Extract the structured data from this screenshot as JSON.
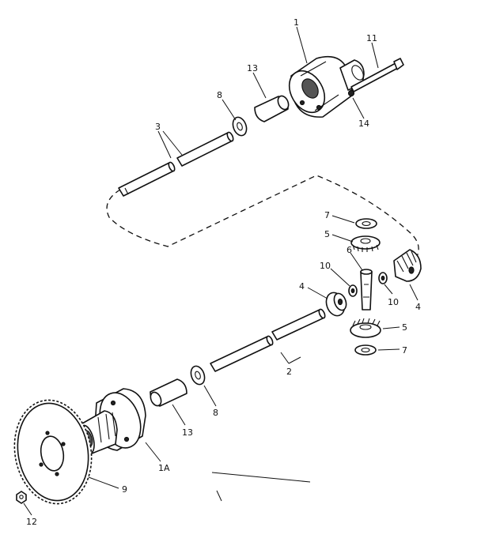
{
  "callouts": {
    "c1": "1",
    "c11": "11",
    "c13_top": "13",
    "c8_top": "8",
    "c3": "3",
    "c14": "14",
    "c7_top": "7",
    "c5_top": "5",
    "c6": "6",
    "c10_left": "10",
    "c4_left": "4",
    "c10_right": "10",
    "c4_right": "4",
    "c5_bottom": "5",
    "c7_bottom": "7",
    "c2": "2",
    "c8_bottom": "8",
    "c13_bottom": "13",
    "c1A": "1A",
    "c9": "9",
    "c12": "12"
  }
}
